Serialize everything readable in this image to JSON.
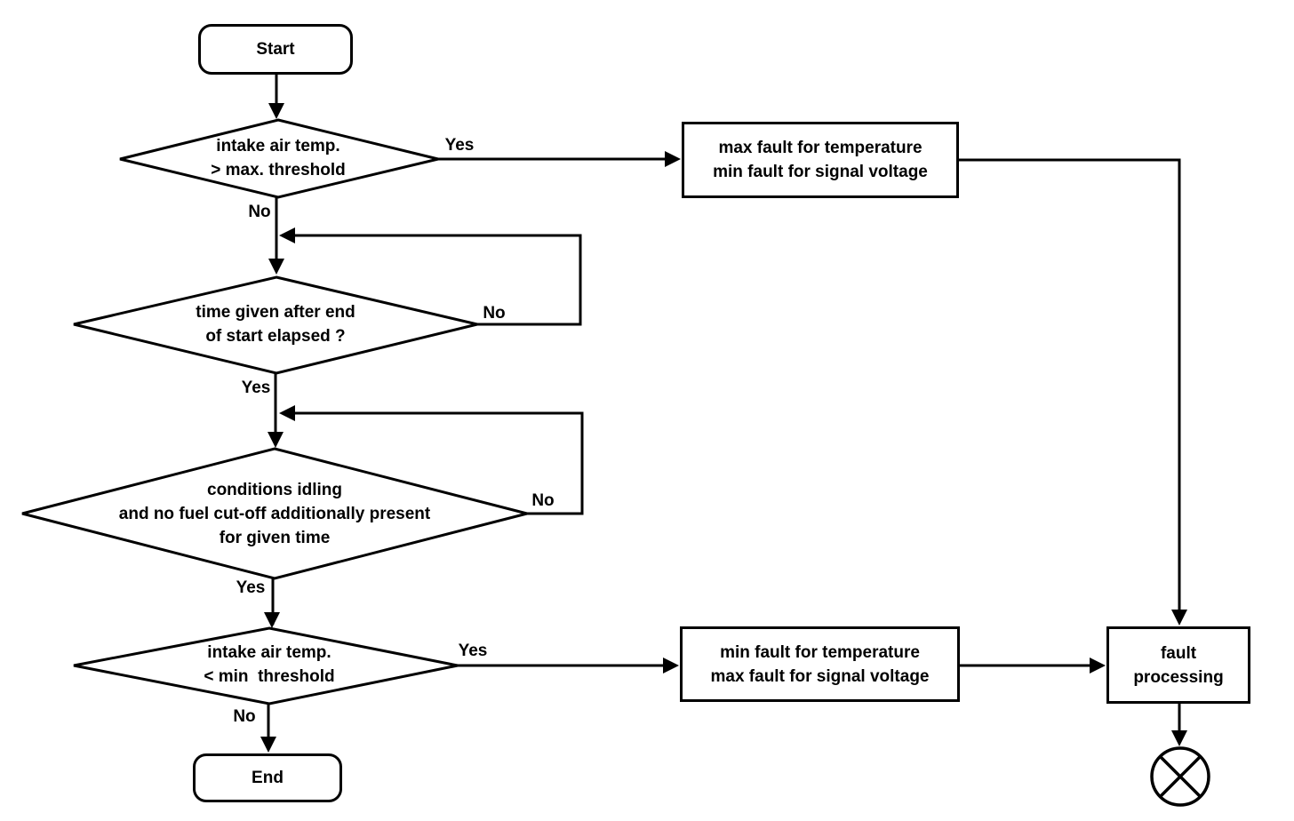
{
  "diagram": {
    "background": "#ffffff",
    "line_color": "#000000",
    "nodes": {
      "start": {
        "type": "terminal",
        "label": "Start"
      },
      "decision_intake_max": {
        "type": "decision",
        "label": "intake air temp.\n> max. threshold"
      },
      "process_max_fault": {
        "type": "process",
        "label": "max fault for temperature\nmin fault for signal voltage"
      },
      "decision_time_elapsed": {
        "type": "decision",
        "label": "time given after end\nof start elapsed ?"
      },
      "decision_conditions_idling": {
        "type": "decision",
        "label": "conditions idling\nand no fuel cut-off additionally present\nfor given time"
      },
      "decision_intake_min": {
        "type": "decision",
        "label": "intake air temp.\n< min  threshold"
      },
      "process_min_fault": {
        "type": "process",
        "label": "min fault for temperature\nmax fault for signal voltage"
      },
      "process_fault": {
        "type": "process",
        "label": "fault\nprocessing"
      },
      "end": {
        "type": "terminal",
        "label": "End"
      }
    },
    "edge_labels": {
      "intake_max_yes": "Yes",
      "intake_max_no": "No",
      "time_elapsed_no": "No",
      "time_elapsed_yes": "Yes",
      "conditions_no": "No",
      "conditions_yes": "Yes",
      "intake_min_yes": "Yes",
      "intake_min_no": "No"
    }
  }
}
